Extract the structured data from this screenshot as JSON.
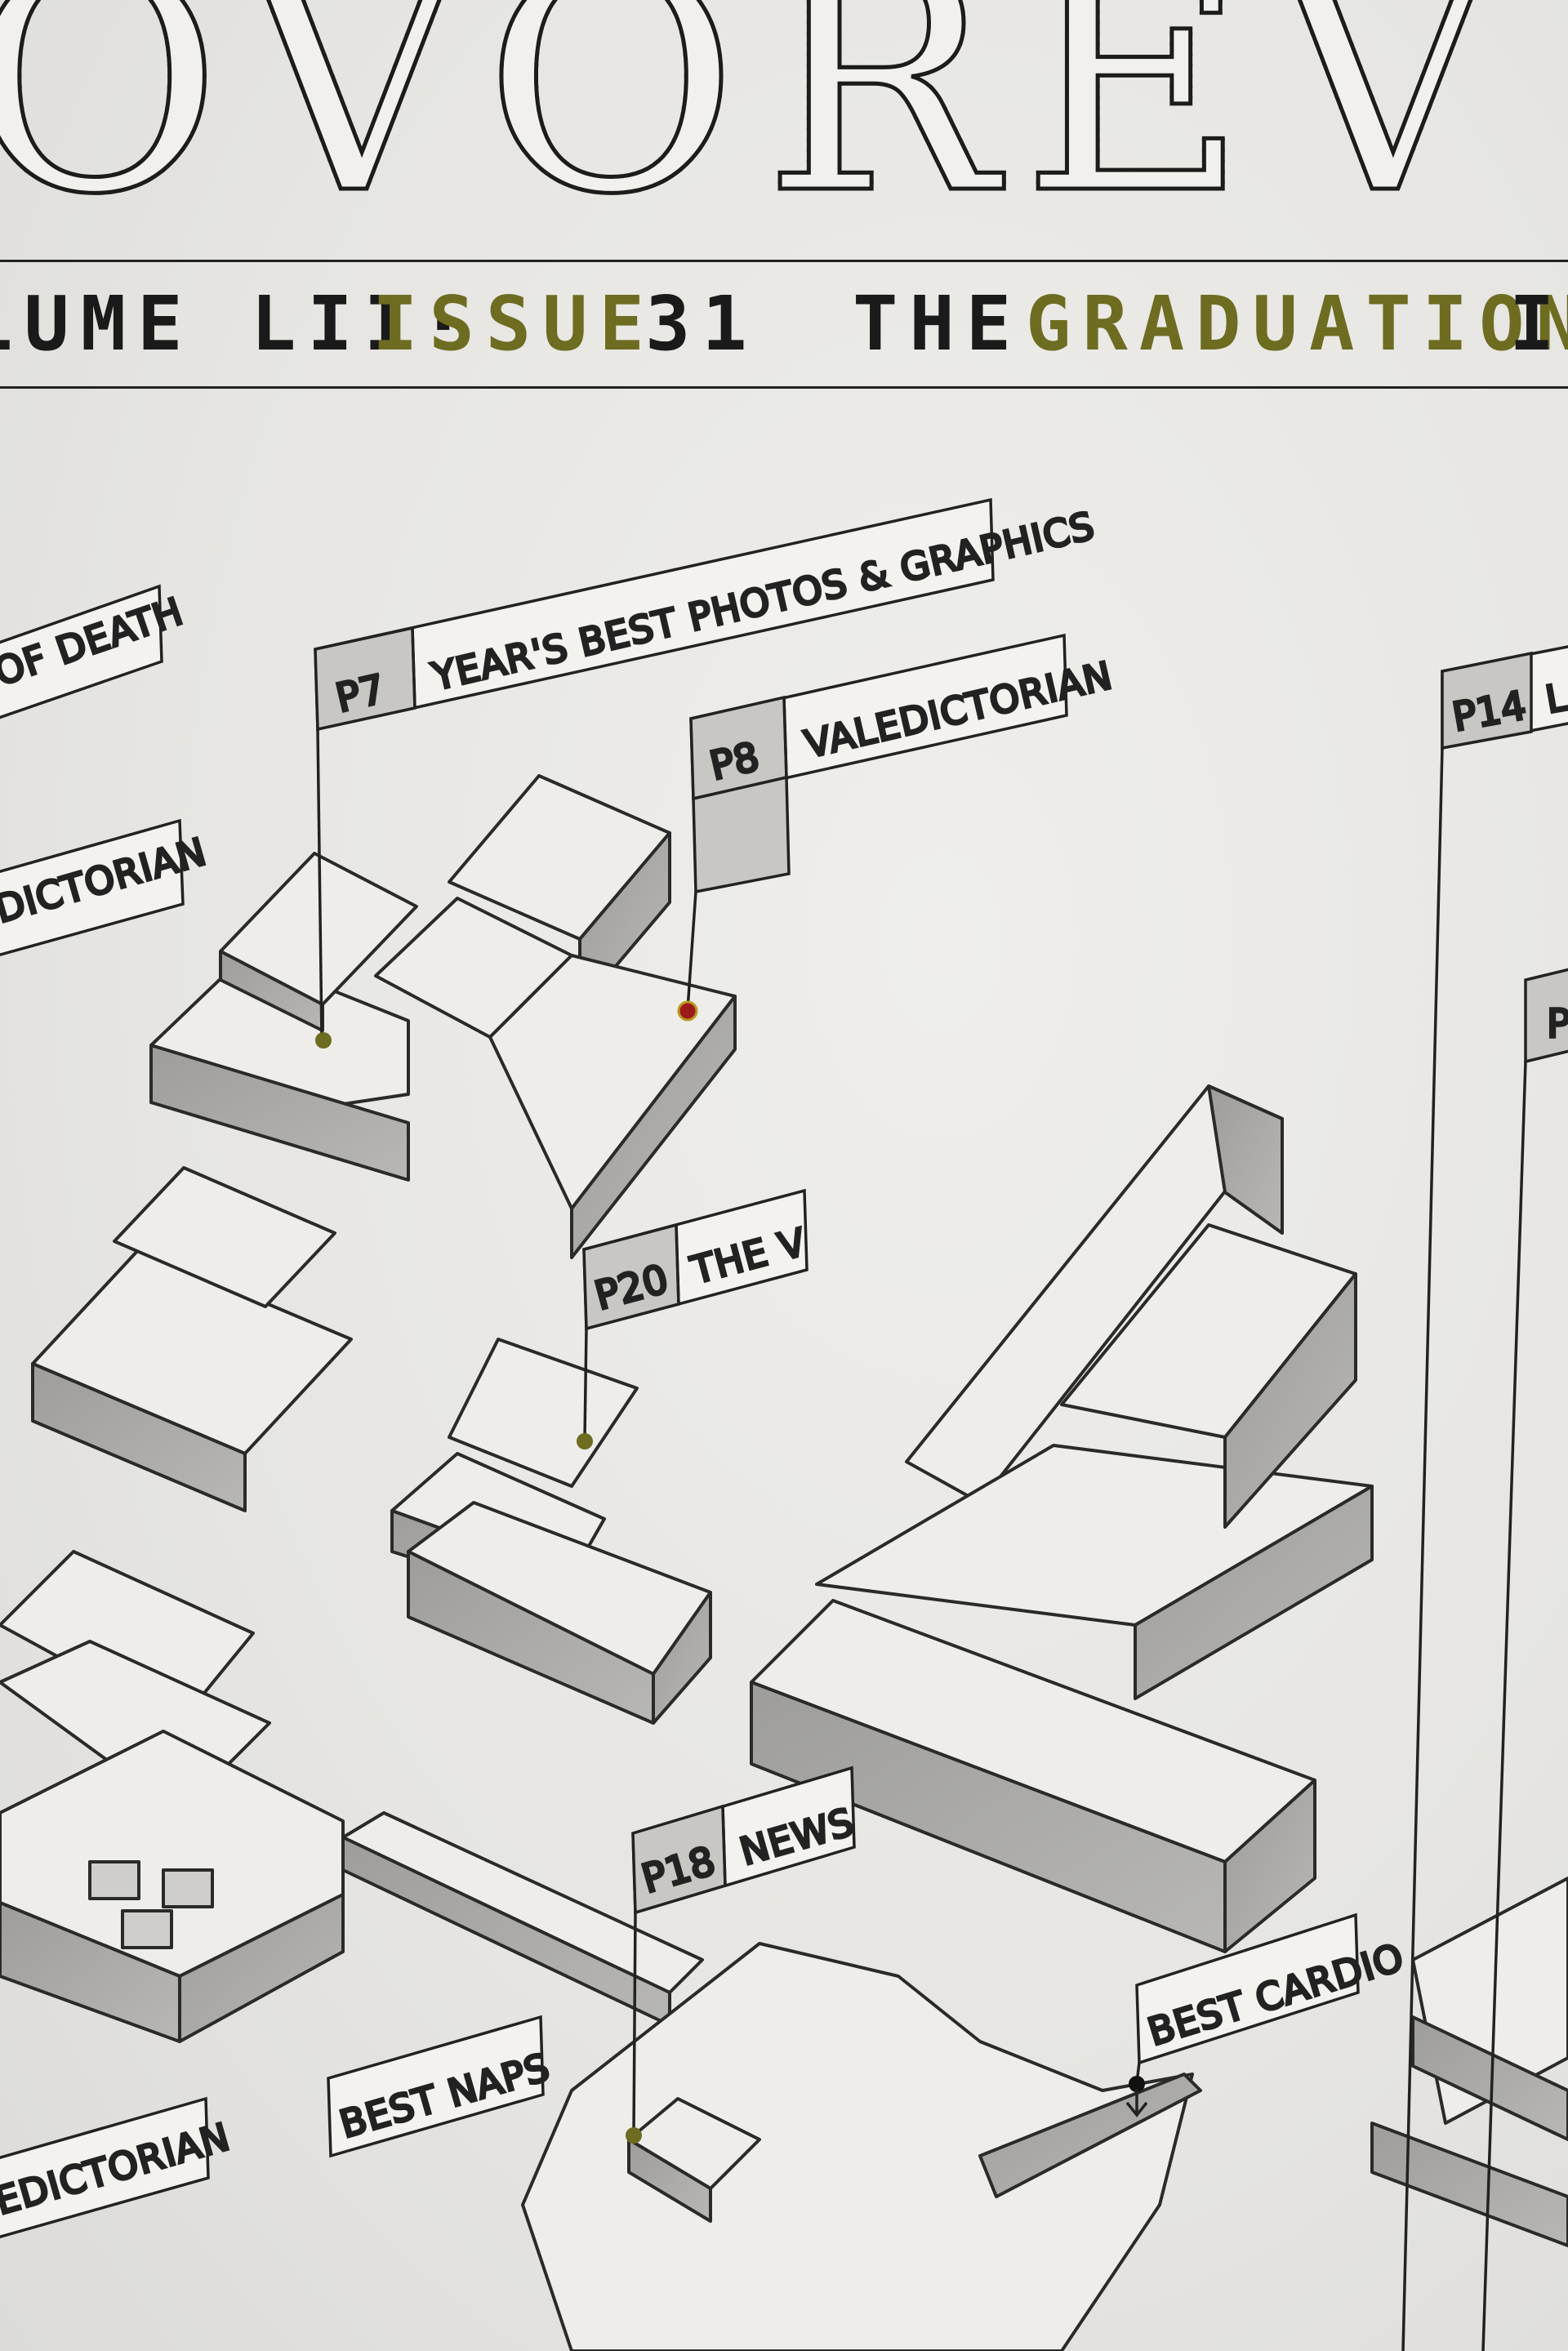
{
  "masthead": {
    "title_fragment": "OVOREV",
    "volume_text": "LUME LII·",
    "issue_label": "ISSUE",
    "issue_number": "31",
    "the_label": "THE",
    "graduation_label": "GRADUATION",
    "issue_cut": "IS"
  },
  "colors": {
    "accent_olive": "#6d6c21",
    "ink": "#1a1a1a",
    "marker_red": "#9b1a1a",
    "paper": "#e8e7e4"
  },
  "labels": [
    {
      "page": "",
      "text": "OF DEATH"
    },
    {
      "page": "P7",
      "text": "YEAR'S BEST PHOTOS & GRAPHICS"
    },
    {
      "page": "P8",
      "text": "VALEDICTORIAN"
    },
    {
      "page": "P14",
      "text": "L"
    },
    {
      "page": "",
      "text": "DICTORIAN"
    },
    {
      "page": "P20",
      "text": "THE V"
    },
    {
      "page": "P",
      "text": ""
    },
    {
      "page": "P18",
      "text": "NEWS"
    },
    {
      "page": "",
      "text": "BEST CARDIO"
    },
    {
      "page": "",
      "text": "BEST NAPS"
    },
    {
      "page": "",
      "text": "EDICTORIAN"
    }
  ]
}
